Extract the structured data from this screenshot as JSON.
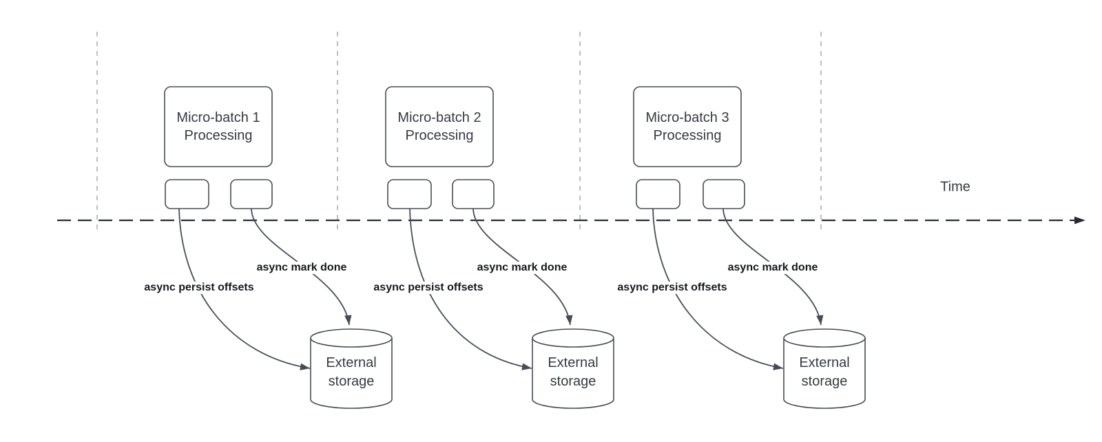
{
  "diagram": {
    "type": "micro-batch-streaming-timeline",
    "background": "#ffffff",
    "timeline": {
      "label": "Time",
      "line_color": "#262b33",
      "style": "dashed-arrow"
    },
    "guide_lines": {
      "count": 4,
      "color": "#a8a8ad",
      "style": "dashed-vertical"
    },
    "colors": {
      "shape_stroke": "#454c56",
      "shape_fill": "#ffffff",
      "title_text": "#343a42",
      "annotation_text": "#14171c"
    },
    "groups": [
      {
        "title_line1": "Micro-batch 1",
        "title_line2": "Processing",
        "persist_label": "async persist offsets",
        "mark_done_label": "async mark done",
        "storage_line1": "External",
        "storage_line2": "storage"
      },
      {
        "title_line1": "Micro-batch 2",
        "title_line2": "Processing",
        "persist_label": "async persist offsets",
        "mark_done_label": "async mark done",
        "storage_line1": "External",
        "storage_line2": "storage"
      },
      {
        "title_line1": "Micro-batch 3",
        "title_line2": "Processing",
        "persist_label": "async persist offsets",
        "mark_done_label": "async mark done",
        "storage_line1": "External",
        "storage_line2": "storage"
      }
    ]
  }
}
